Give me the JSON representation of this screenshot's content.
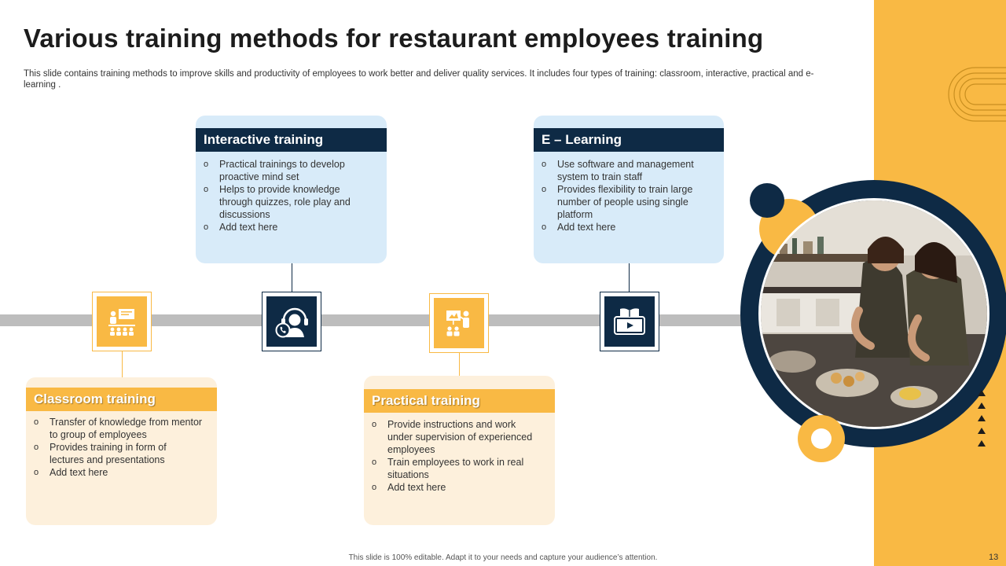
{
  "slide": {
    "title": "Various training methods for restaurant employees training",
    "subtitle": "This slide contains training methods to improve skills and productivity of employees to work better and deliver quality services. It includes four types of training: classroom, interactive, practical and e- learning .",
    "footer": "This slide is 100% editable. Adapt it to your needs and capture your audience’s attention.",
    "page_number": "13"
  },
  "colors": {
    "accent_yellow": "#f9b944",
    "navy": "#0e2a45",
    "light_blue": "#d8ebf9",
    "cream": "#fdf0dc",
    "timeline_gray": "#bdbdbd"
  },
  "cards": {
    "interactive": {
      "title": "Interactive training",
      "icon": "support-agent-icon",
      "bullets": [
        "Practical trainings to develop proactive mind set",
        "Helps to provide  knowledge through quizzes, role play and discussions",
        "Add text here"
      ]
    },
    "elearning": {
      "title": "E – Learning",
      "icon": "video-book-icon",
      "bullets": [
        "Use software and management system to train staff",
        "Provides flexibility to train large number of people using single platform",
        "Add text here"
      ]
    },
    "classroom": {
      "title": "Classroom training",
      "icon": "classroom-icon",
      "bullets": [
        "Transfer of knowledge from mentor to group of employees",
        "Provides training in form of lectures and presentations",
        "Add text here"
      ]
    },
    "practical": {
      "title": "Practical training",
      "icon": "presentation-icon",
      "bullets": [
        "Provide  instructions and work under supervision  of experienced employees",
        "Train employees to work in real situations",
        "Add text here"
      ]
    }
  }
}
